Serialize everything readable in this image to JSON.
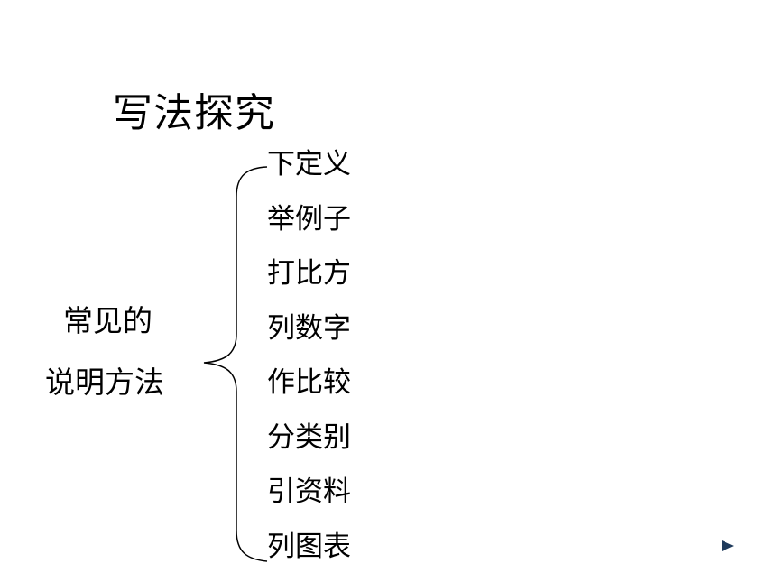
{
  "slide": {
    "title": "写法探究",
    "topic_lines": [
      "常见的",
      "说明方法"
    ],
    "methods": [
      "下定义",
      "举例子",
      "打比方",
      "列数字",
      "作比较",
      "分类别",
      "引资料",
      "列图表"
    ]
  },
  "icons": {
    "next": "play-triangle-icon"
  },
  "colors": {
    "text": "#000000",
    "background": "#ffffff",
    "nav_icon": "#1f3b5c"
  }
}
